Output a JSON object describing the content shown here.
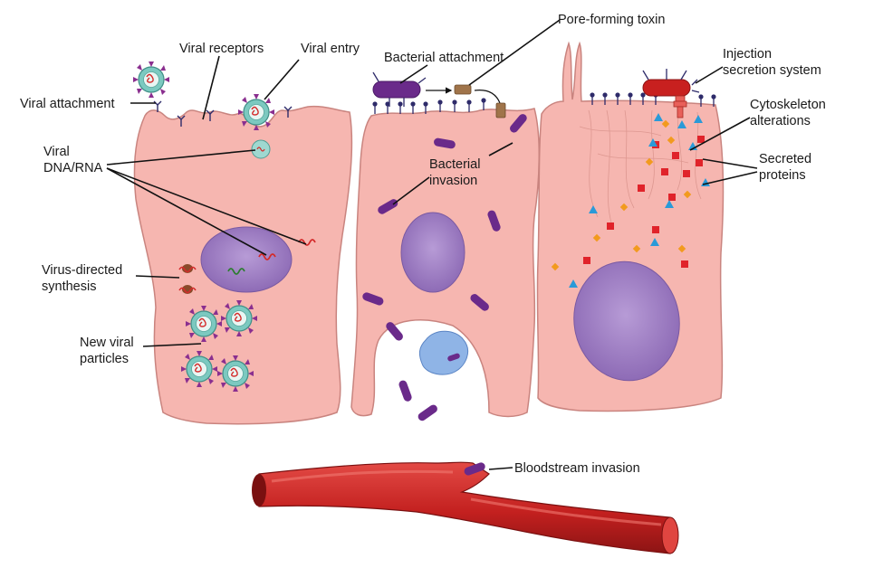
{
  "labels": {
    "viral_attachment": "Viral attachment",
    "viral_receptors": "Viral receptors",
    "viral_entry": "Viral entry",
    "viral_dna_rna_1": "Viral",
    "viral_dna_rna_2": "DNA/RNA",
    "virus_directed_1": "Virus-directed",
    "virus_directed_2": "synthesis",
    "new_viral_1": "New viral",
    "new_viral_2": "particles",
    "bacterial_attachment": "Bacterial attachment",
    "pore_forming_toxin": "Pore-forming toxin",
    "bacterial_invasion_1": "Bacterial",
    "bacterial_invasion_2": "invasion",
    "injection_1": "Injection",
    "injection_2": "secretion system",
    "cytoskeleton_1": "Cytoskeleton",
    "cytoskeleton_2": "alterations",
    "secreted_1": "Secreted",
    "secreted_2": "proteins",
    "bloodstream_invasion": "Bloodstream invasion"
  },
  "colors": {
    "cell_fill": "#f6b6b0",
    "nucleus": "#9b7bbf",
    "bacterium": "#6a2a8a",
    "virus_capsid": "#7cc9c0",
    "blood_vessel": "#c8201f",
    "secreted_red": "#e0232a",
    "secreted_orange": "#f29a1e",
    "secreted_blue": "#2a9ad8",
    "immune_cell": "#8fb4e6"
  }
}
